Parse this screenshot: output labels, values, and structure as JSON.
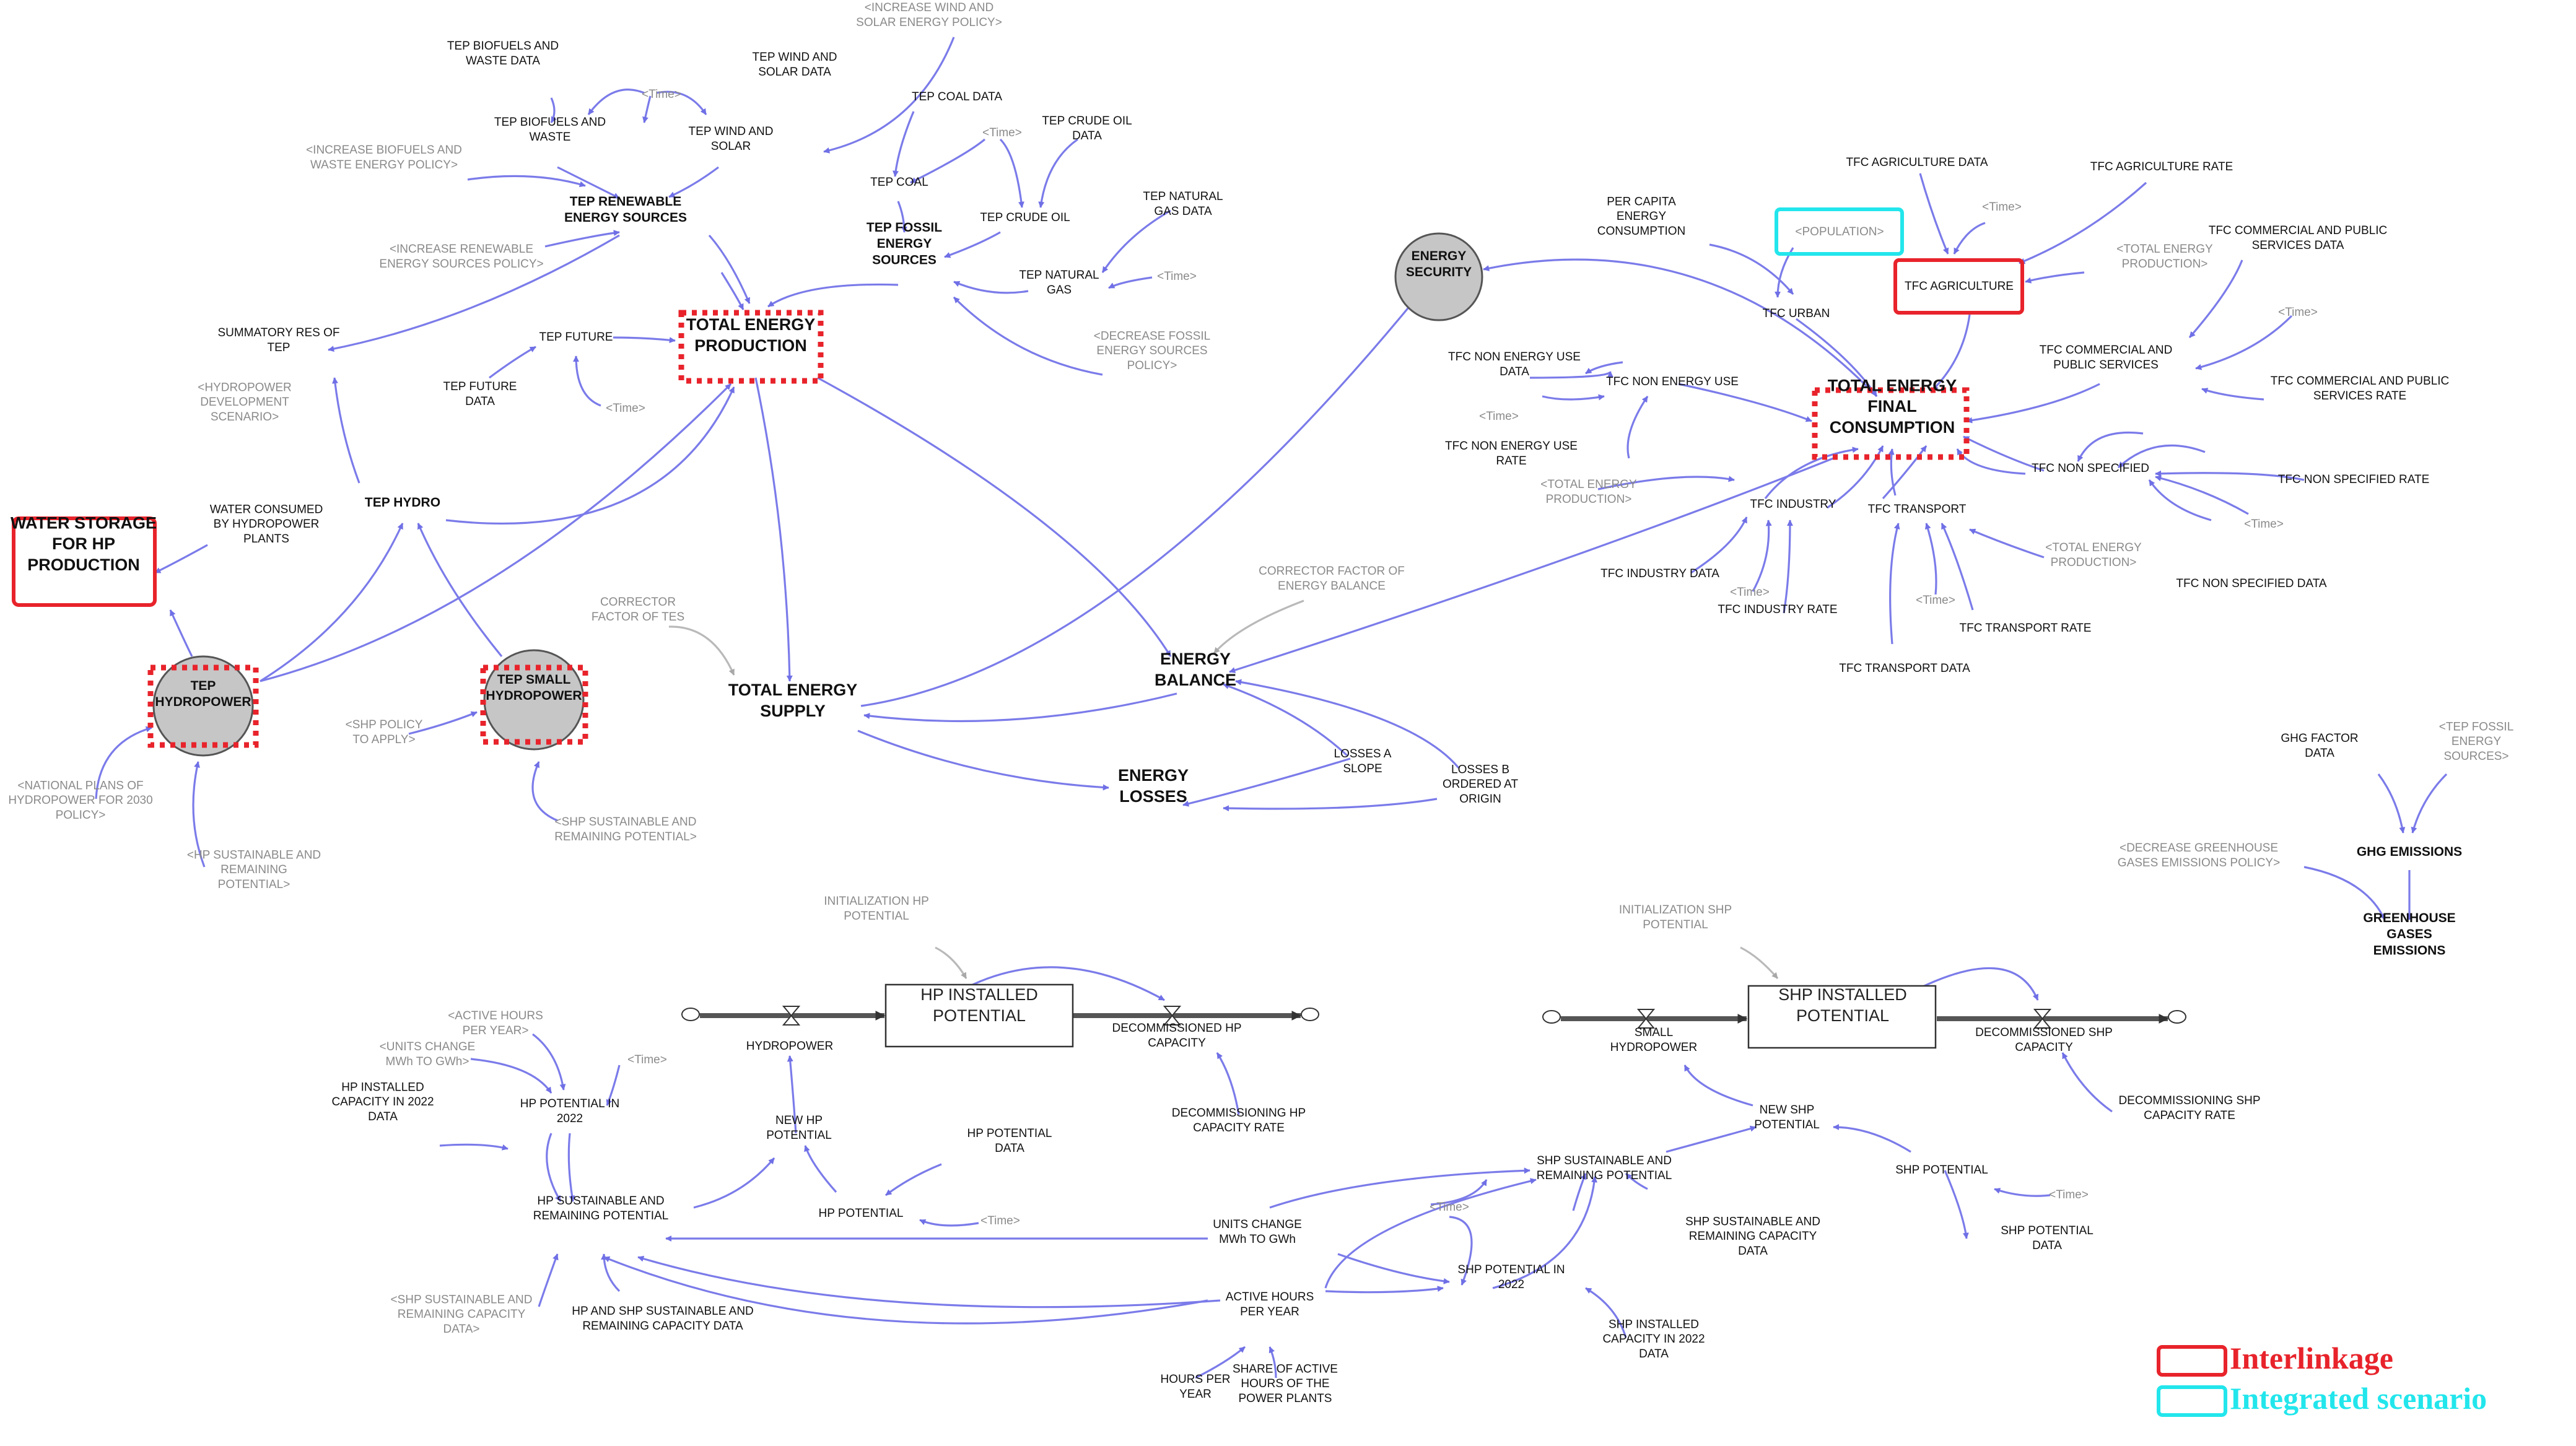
{
  "labels": {
    "tep_biofuels_waste_data": "TEP BIOFUELS AND\nWASTE DATA",
    "tep_wind_solar_data": "TEP WIND AND\nSOLAR DATA",
    "increase_wind_solar_policy": "<INCREASE WIND AND\nSOLAR ENERGY POLICY>",
    "time_1": "<Time>",
    "tep_biofuels_waste": "TEP BIOFUELS AND\nWASTE",
    "tep_wind_solar": "TEP WIND AND\nSOLAR",
    "increase_biofuels_policy": "<INCREASE BIOFUELS AND\nWASTE ENERGY POLICY>",
    "tep_renewable": "TEP RENEWABLE\nENERGY SOURCES",
    "increase_renewable_policy": "<INCREASE RENEWABLE\nENERGY SOURCES POLICY>",
    "summatory_res": "SUMMATORY RES OF\nTEP",
    "tep_coal_data": "TEP COAL DATA",
    "time_2": "<Time>",
    "tep_crude_oil_data": "TEP CRUDE OIL\nDATA",
    "tep_coal": "TEP COAL",
    "tep_crude_oil": "TEP CRUDE OIL",
    "tep_natural_gas_data": "TEP NATURAL\nGAS DATA",
    "tep_fossil": "TEP FOSSIL\nENERGY\nSOURCES",
    "tep_natural_gas": "TEP NATURAL\nGAS",
    "time_3": "<Time>",
    "decrease_fossil_policy": "<DECREASE FOSSIL\nENERGY SOURCES\nPOLICY>",
    "tep_future": "TEP FUTURE",
    "tep_future_data": "TEP FUTURE\nDATA",
    "time_4": "<Time>",
    "total_energy_production": "TOTAL ENERGY\nPRODUCTION",
    "hydropower_dev_scenario": "<HYDROPOWER\nDEVELOPMENT\nSCENARIO>",
    "tep_hydro": "TEP HYDRO",
    "water_consumed": "WATER CONSUMED\nBY HYDROPOWER\nPLANTS",
    "water_storage": "WATER STORAGE\nFOR HP\nPRODUCTION",
    "tep_hydropower": "TEP\nHYDROPOWER",
    "tep_small_hydropower": "TEP SMALL\nHYDROPOWER",
    "shp_policy": "<SHP POLICY\nTO APPLY>",
    "national_plans": "<NATIONAL PLANS OF\nHYDROPOWER FOR 2030\nPOLICY>",
    "hp_sustainable_shadow": "<HP SUSTAINABLE AND\nREMAINING\nPOTENTIAL>",
    "shp_sustainable_shadow": "<SHP SUSTAINABLE AND\nREMAINING POTENTIAL>",
    "corrector_tes": "CORRECTOR\nFACTOR OF TES",
    "total_energy_supply": "TOTAL ENERGY\nSUPPLY",
    "corrector_balance": "CORRECTOR FACTOR OF\nENERGY BALANCE",
    "energy_balance": "ENERGY\nBALANCE",
    "energy_losses": "ENERGY\nLOSSES",
    "losses_a": "LOSSES A\nSLOPE",
    "losses_b": "LOSSES B\nORDERED AT\nORIGIN",
    "energy_security": "ENERGY\nSECURITY",
    "per_capita": "PER CAPITA\nENERGY\nCONSUMPTION",
    "population": "<POPULATION>",
    "tfc_agriculture_data": "TFC AGRICULTURE DATA",
    "tfc_agriculture_rate": "TFC AGRICULTURE RATE",
    "time_5": "<Time>",
    "tfc_agriculture": "TFC AGRICULTURE",
    "total_energy_production_shadow_1": "<TOTAL ENERGY\nPRODUCTION>",
    "tfc_commercial_data": "TFC COMMERCIAL AND PUBLIC\nSERVICES DATA",
    "time_6": "<Time>",
    "tfc_urban": "TFC URBAN",
    "tfc_commercial": "TFC COMMERCIAL AND\nPUBLIC SERVICES",
    "tfc_commercial_rate": "TFC COMMERCIAL AND PUBLIC\nSERVICES RATE",
    "tfc_non_energy_data": "TFC NON ENERGY USE\nDATA",
    "tfc_non_energy": "TFC NON ENERGY USE",
    "time_7": "<Time>",
    "tfc_non_energy_rate": "TFC NON ENERGY USE\nRATE",
    "total_energy_final": "TOTAL ENERGY\nFINAL\nCONSUMPTION",
    "total_energy_production_shadow_2": "<TOTAL ENERGY\nPRODUCTION>",
    "tfc_industry": "TFC INDUSTRY",
    "tfc_transport": "TFC TRANSPORT",
    "tfc_non_specified": "TFC NON SPECIFIED",
    "tfc_non_specified_rate": "TFC NON SPECIFIED RATE",
    "time_8": "<Time>",
    "total_energy_production_shadow_3": "<TOTAL ENERGY\nPRODUCTION>",
    "tfc_non_specified_data": "TFC NON SPECIFIED DATA",
    "tfc_industry_data": "TFC INDUSTRY DATA",
    "time_9": "<Time>",
    "tfc_industry_rate": "TFC INDUSTRY RATE",
    "time_10": "<Time>",
    "tfc_transport_rate": "TFC TRANSPORT RATE",
    "tfc_transport_data": "TFC TRANSPORT DATA",
    "ghg_factor_data": "GHG FACTOR\nDATA",
    "tep_fossil_shadow": "<TEP FOSSIL\nENERGY\nSOURCES>",
    "ghg_emissions": "GHG EMISSIONS",
    "decrease_ghg_policy": "<DECREASE GREENHOUSE\nGASES EMISSIONS POLICY>",
    "greenhouse_gases": "GREENHOUSE\nGASES\nEMISSIONS",
    "init_hp": "INITIALIZATION HP\nPOTENTIAL",
    "hp_installed_potential": "HP INSTALLED\nPOTENTIAL",
    "hydropower_flow": "HYDROPOWER",
    "decommissioned_hp": "DECOMMISSIONED HP\nCAPACITY",
    "decommissioning_hp_rate": "DECOMMISSIONING HP\nCAPACITY RATE",
    "active_hours_shadow": "<ACTIVE HOURS\nPER YEAR>",
    "units_change_shadow": "<UNITS CHANGE\nMWh TO GWh>",
    "time_11": "<Time>",
    "hp_installed_2022": "HP INSTALLED\nCAPACITY IN 2022\nDATA",
    "hp_potential_2022": "HP POTENTIAL IN\n2022",
    "new_hp_potential": "NEW HP\nPOTENTIAL",
    "hp_potential_data": "HP POTENTIAL\nDATA",
    "hp_potential": "HP POTENTIAL",
    "time_12": "<Time>",
    "hp_sustainable": "HP SUSTAINABLE AND\nREMAINING POTENTIAL",
    "shp_sustainable_capacity_shadow": "<SHP SUSTAINABLE AND\nREMAINING CAPACITY\nDATA>",
    "hp_shp_sustainable_data": "HP AND SHP SUSTAINABLE AND\nREMAINING CAPACITY DATA",
    "init_shp": "INITIALIZATION SHP\nPOTENTIAL",
    "shp_installed_potential": "SHP INSTALLED\nPOTENTIAL",
    "small_hydropower_flow": "SMALL\nHYDROPOWER",
    "decommissioned_shp": "DECOMMISSIONED SHP\nCAPACITY",
    "decommissioning_shp_rate": "DECOMMISSIONING SHP\nCAPACITY RATE",
    "new_shp_potential": "NEW SHP\nPOTENTIAL",
    "shp_sustainable": "SHP SUSTAINABLE AND\nREMAINING POTENTIAL",
    "shp_potential": "SHP POTENTIAL",
    "time_13": "<Time>",
    "shp_potential_data": "SHP POTENTIAL\nDATA",
    "time_14": "<Time>",
    "units_change": "UNITS CHANGE\nMWh TO GWh",
    "shp_sustainable_capacity_data": "SHP SUSTAINABLE AND\nREMAINING CAPACITY\nDATA",
    "shp_potential_2022": "SHP POTENTIAL IN\n2022",
    "active_hours": "ACTIVE HOURS\nPER YEAR",
    "shp_installed_2022": "SHP INSTALLED\nCAPACITY IN 2022\nDATA",
    "hours_per_year": "HOURS PER\nYEAR",
    "share_active_hours": "SHARE OF ACTIVE\nHOURS OF THE\nPOWER PLANTS"
  },
  "legend": {
    "interlinkage": "Interlinkage",
    "integrated_scenario": "Integrated scenario"
  },
  "colors": {
    "link": "#7b7bea",
    "interlinkage": "#e8232b",
    "integrated_scenario": "#22e6ec",
    "dotted_highlight": "#e8232b",
    "node_fill": "#c6c6c6",
    "shadow_text": "#8a8a8a"
  }
}
